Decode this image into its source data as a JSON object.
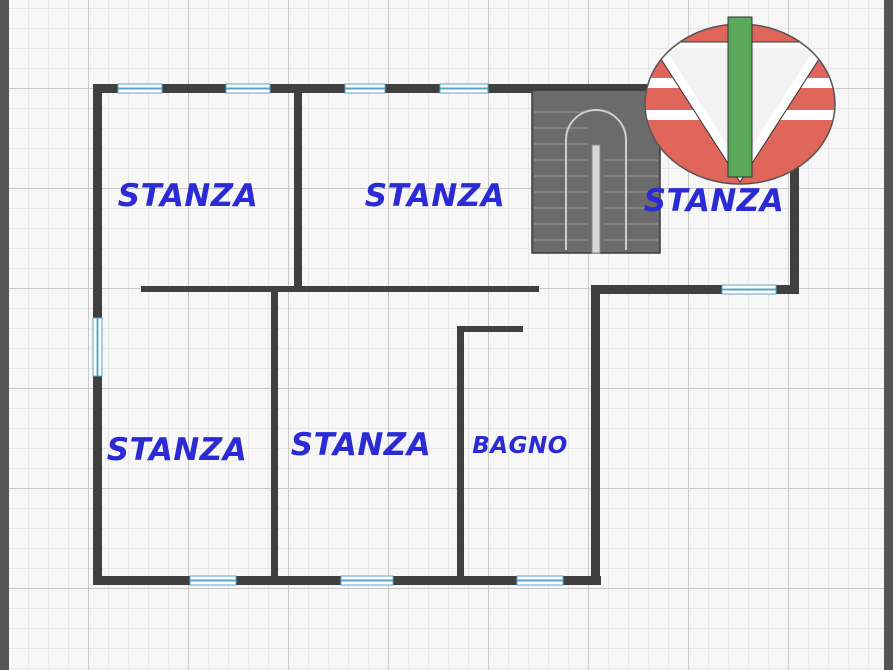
{
  "rooms": [
    {
      "id": "room-1",
      "label": "STANZA"
    },
    {
      "id": "room-2",
      "label": "STANZA"
    },
    {
      "id": "room-3",
      "label": "STANZA"
    },
    {
      "id": "room-4",
      "label": "STANZA"
    },
    {
      "id": "room-5",
      "label": "STANZA"
    },
    {
      "id": "bathroom",
      "label": "BAGNO"
    }
  ],
  "colors": {
    "wall": "#404040",
    "label": "#2b2bd6",
    "window": "#9ad4ee",
    "logo_red": "#e0665c",
    "logo_green": "#5aa85a",
    "stairs": "#6b6b6b"
  },
  "icons": [
    "floor-plan",
    "staircase-icon",
    "agency-logo-icon"
  ]
}
